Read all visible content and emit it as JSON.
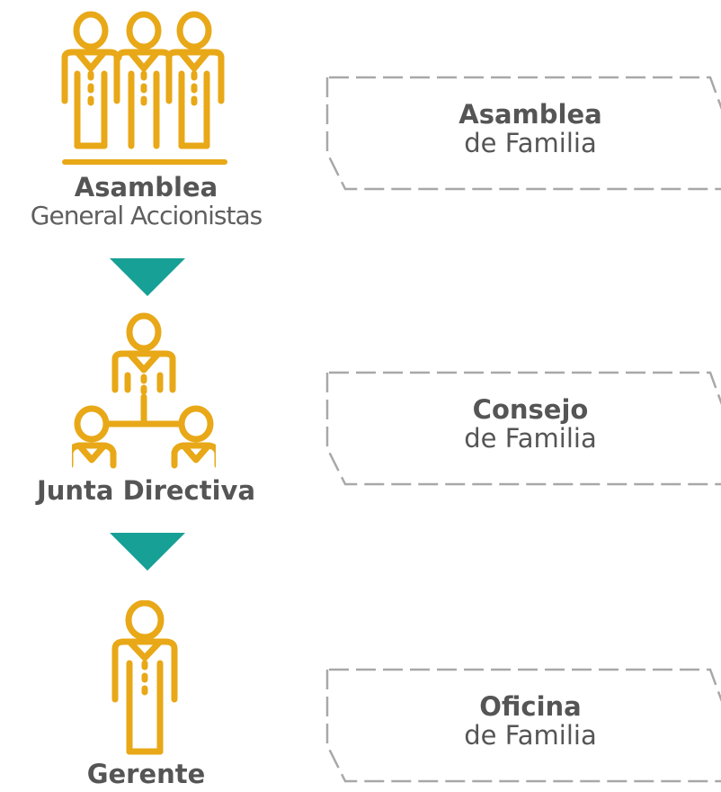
{
  "colors": {
    "icon": "#e8a817",
    "arrow": "#17a095",
    "dash": "#a8a8a8",
    "text": "#555555"
  },
  "icons": [
    "group-of-three-people-icon",
    "org-hierarchy-icon",
    "single-person-icon"
  ],
  "left": [
    {
      "title": "Asamblea",
      "subtitle": "General Accionistas"
    },
    {
      "title": "Junta Directiva",
      "subtitle": ""
    },
    {
      "title": "Gerente",
      "subtitle": ""
    }
  ],
  "right": [
    {
      "title": "Asamblea",
      "subtitle": "de Familia"
    },
    {
      "title": "Consejo",
      "subtitle": "de Familia"
    },
    {
      "title": "Oficina",
      "subtitle": "de Familia"
    }
  ]
}
